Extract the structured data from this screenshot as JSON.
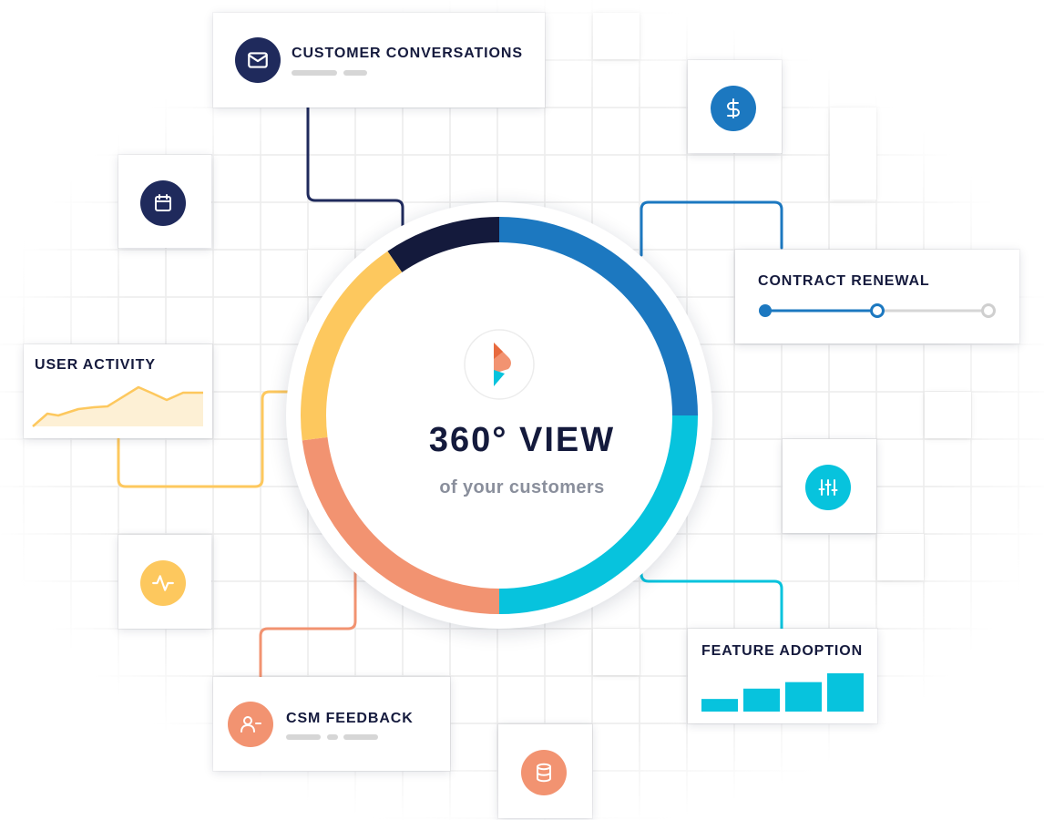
{
  "hero": {
    "title": "360° VIEW",
    "subtitle": "of your customers"
  },
  "cards": {
    "customer_conversations": {
      "title": "CUSTOMER CONVERSATIONS",
      "icon": "mail-icon",
      "color": "#1f2a5c"
    },
    "contract_renewal": {
      "title": "CONTRACT RENEWAL",
      "steps_total": 3,
      "steps_completed": 2,
      "color": "#1c78c0"
    },
    "user_activity": {
      "title": "USER ACTIVITY",
      "color": "#fdc85e"
    },
    "feature_adoption": {
      "title": "FEATURE ADOPTION",
      "bar_levels": [
        0.33,
        0.6,
        0.77,
        1.0
      ],
      "color": "#07c3dd"
    },
    "csm_feedback": {
      "title": "CSM FEEDBACK",
      "icon": "user-minus-icon",
      "color": "#f29371"
    }
  },
  "icons": {
    "calendar": {
      "name": "calendar-icon",
      "color": "#1f2a5c"
    },
    "dollar": {
      "name": "dollar-icon",
      "color": "#1c78c0"
    },
    "sliders": {
      "name": "sliders-icon",
      "color": "#07c3dd"
    },
    "activity": {
      "name": "activity-icon",
      "color": "#fdc85e"
    },
    "database": {
      "name": "database-icon",
      "color": "#f29371"
    }
  },
  "ring_segments": [
    {
      "name": "engagement-navy",
      "color": "#141a3c",
      "share": 0.095
    },
    {
      "name": "billing-blue",
      "color": "#1c78c0",
      "share": 0.25
    },
    {
      "name": "adoption-cyan",
      "color": "#07c3dd",
      "share": 0.25
    },
    {
      "name": "feedback-orange",
      "color": "#f29371",
      "share": 0.23
    },
    {
      "name": "activity-yellow",
      "color": "#fdc85e",
      "share": 0.175
    }
  ]
}
